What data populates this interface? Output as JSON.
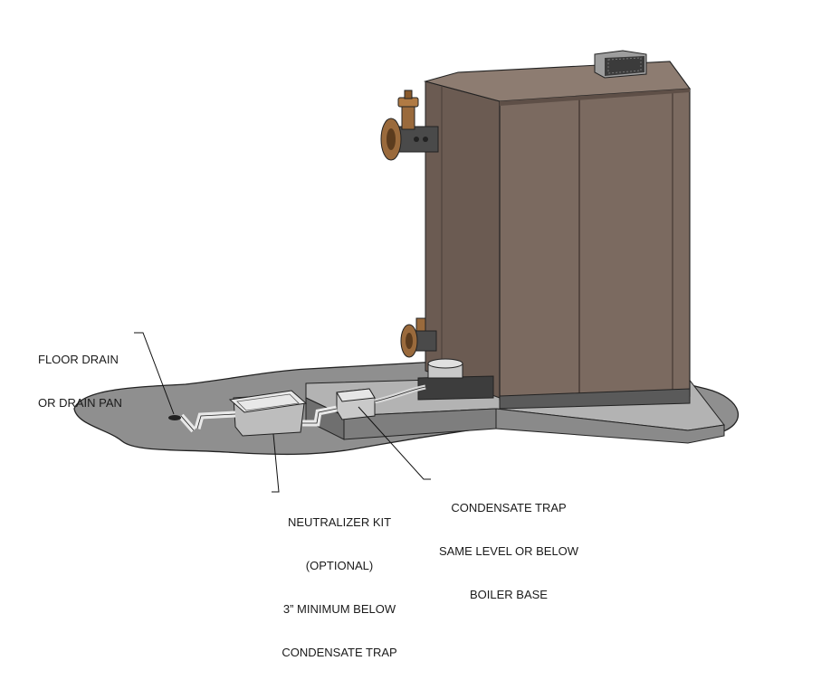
{
  "labels": {
    "floor_drain": [
      "FLOOR DRAIN",
      "OR DRAIN PAN"
    ],
    "neutralizer": [
      "NEUTRALIZER KIT",
      "(OPTIONAL)",
      "3” MINIMUM BELOW",
      "CONDENSATE TRAP"
    ],
    "condensate_trap": [
      "CONDENSATE TRAP",
      "SAME LEVEL OR BELOW",
      "BOILER BASE"
    ]
  },
  "colors": {
    "boiler_body": "#7b6a60",
    "boiler_top": "#8d7c71",
    "floor": "#8f8f8f",
    "base": "#6f6f6f",
    "flange": "#9a6a3c",
    "enclosure": "#c9c9c9"
  }
}
